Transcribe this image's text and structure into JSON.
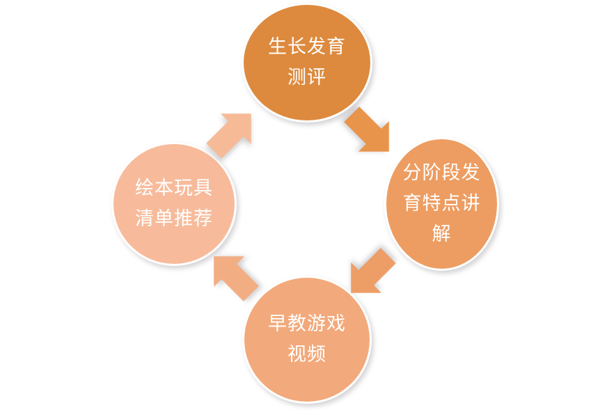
{
  "diagram": {
    "type": "cycle-diagram",
    "background_color": "#ffffff",
    "nodes": [
      {
        "id": "top",
        "position": "top",
        "label": "生长发育\n测评",
        "color": "#DD8A3E",
        "text_color": "#ffffff"
      },
      {
        "id": "right",
        "position": "right",
        "label": "分阶段发\n育特点讲\n解",
        "color": "#ED9D61",
        "text_color": "#ffffff"
      },
      {
        "id": "bottom",
        "position": "bottom",
        "label": "早教游戏\n视频",
        "color": "#F2A97B",
        "text_color": "#ffffff"
      },
      {
        "id": "left",
        "position": "left",
        "label": "绘本玩具\n清单推荐",
        "color": "#F7BB9B",
        "text_color": "#ffffff"
      }
    ],
    "arrows": [
      {
        "id": "top-to-right",
        "from": "top",
        "to": "right",
        "direction": "down-right",
        "color": "#E8944B"
      },
      {
        "id": "right-to-bottom",
        "from": "right",
        "to": "bottom",
        "direction": "down-left",
        "color": "#ED9E67"
      },
      {
        "id": "bottom-to-left",
        "from": "bottom",
        "to": "left",
        "direction": "up-left",
        "color": "#F3AD83"
      },
      {
        "id": "left-to-top",
        "from": "left",
        "to": "top",
        "direction": "up-right",
        "color": "#F6BA97"
      }
    ]
  }
}
